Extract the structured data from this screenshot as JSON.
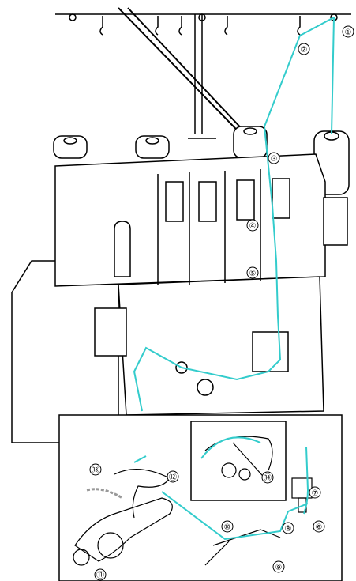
{
  "figure": {
    "callouts": [
      "①",
      "②",
      "③",
      "④",
      "⑤",
      "⑥",
      "⑦",
      "⑧",
      "⑨",
      "⑩",
      "⑪",
      "⑫",
      "⑬",
      "⑭"
    ],
    "colors": {
      "thread": "#33cccc",
      "outline": "#000000",
      "background": "#ffffff",
      "direction_arrow": "#999999"
    }
  }
}
